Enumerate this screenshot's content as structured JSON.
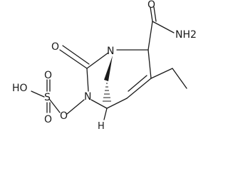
{
  "diagram": {
    "type": "chemical-structure",
    "atom_labels": {
      "amide_oxygen": "O",
      "amide_nitrogen": "NH2",
      "bridge_nitrogen": "N",
      "lactam_oxygen": "O",
      "urea_nitrogen": "N",
      "sulfate_oxygen": "O",
      "sulfur": "S",
      "sulfur_oxygen_top": "O",
      "sulfur_oxygen_bottom": "O",
      "hydroxyl": "HO",
      "stereo_hydrogen": "H"
    }
  }
}
